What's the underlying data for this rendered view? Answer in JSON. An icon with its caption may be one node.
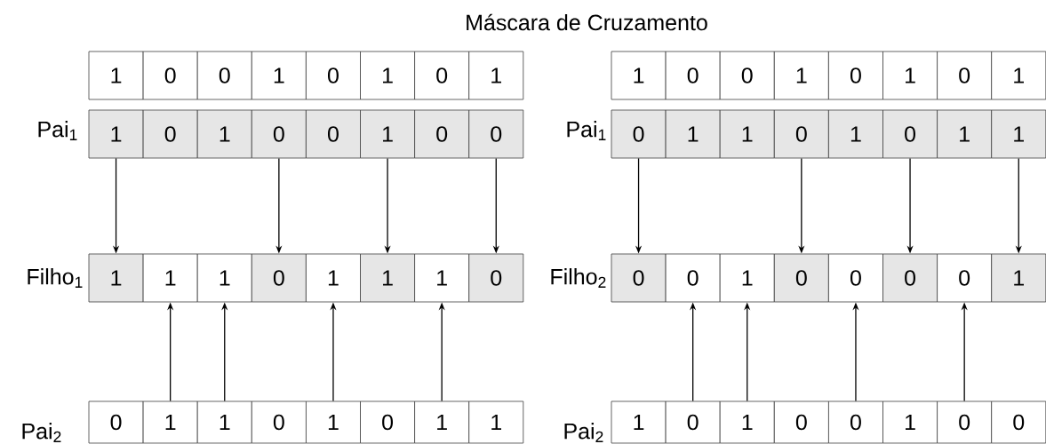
{
  "diagram": {
    "title": "Máscara de Cruzamento",
    "nodes": [
      {
        "text": [
          "1"
        ]
      },
      {
        "text": [
          "0"
        ]
      },
      {
        "text": [
          "0"
        ]
      },
      {
        "text": [
          "1"
        ]
      },
      {
        "text": [
          "0"
        ]
      },
      {
        "text": [
          "1"
        ]
      },
      {
        "text": [
          "0"
        ]
      },
      {
        "text": [
          "1"
        ]
      },
      {
        "text": [
          "1"
        ]
      },
      {
        "text": [
          "0"
        ]
      },
      {
        "text": [
          "0"
        ]
      },
      {
        "text": [
          "1"
        ]
      },
      {
        "text": [
          "0"
        ]
      },
      {
        "text": [
          "1"
        ]
      },
      {
        "text": [
          "0"
        ]
      },
      {
        "text": [
          "1"
        ]
      },
      {
        "text": [
          "1"
        ]
      },
      {
        "text": [
          "0"
        ]
      },
      {
        "text": [
          "1"
        ]
      },
      {
        "text": [
          "0"
        ]
      },
      {
        "text": [
          "0"
        ]
      },
      {
        "text": [
          "1"
        ]
      },
      {
        "text": [
          "0"
        ]
      },
      {
        "text": [
          "0"
        ]
      },
      {
        "text": [
          "0"
        ]
      },
      {
        "text": [
          "1"
        ]
      },
      {
        "text": [
          "1"
        ]
      },
      {
        "text": [
          "0"
        ]
      },
      {
        "text": [
          "1"
        ]
      },
      {
        "text": [
          "0"
        ]
      },
      {
        "text": [
          "1"
        ]
      },
      {
        "text": [
          "1"
        ]
      },
      {
        "text": [
          "1"
        ]
      },
      {
        "text": [
          "1"
        ]
      },
      {
        "text": [
          "1"
        ]
      },
      {
        "text": [
          "0"
        ]
      },
      {
        "text": [
          "1"
        ]
      },
      {
        "text": [
          "1"
        ]
      },
      {
        "text": [
          "1"
        ]
      },
      {
        "text": [
          "0"
        ]
      },
      {
        "text": [
          "0"
        ]
      },
      {
        "text": [
          "0"
        ]
      },
      {
        "text": [
          "1"
        ]
      },
      {
        "text": [
          "0"
        ]
      },
      {
        "text": [
          "0"
        ]
      },
      {
        "text": [
          "0"
        ]
      },
      {
        "text": [
          "0"
        ]
      },
      {
        "text": [
          "1"
        ]
      },
      {
        "text": [
          "0"
        ]
      },
      {
        "text": [
          "1"
        ]
      },
      {
        "text": [
          "1"
        ]
      },
      {
        "text": [
          "0"
        ]
      },
      {
        "text": [
          "1"
        ]
      },
      {
        "text": [
          "0"
        ]
      },
      {
        "text": [
          "1"
        ]
      },
      {
        "text": [
          "1"
        ]
      },
      {
        "text": [
          "1"
        ]
      },
      {
        "text": [
          "0"
        ]
      },
      {
        "text": [
          "1"
        ]
      },
      {
        "text": [
          "0"
        ]
      },
      {
        "text": [
          "0"
        ]
      },
      {
        "text": [
          "1"
        ]
      },
      {
        "text": [
          "0"
        ]
      },
      {
        "text": [
          "0"
        ]
      }
    ],
    "edges": [
      {
        "from": 16,
        "to": 32,
        "arrow": "to"
      },
      {
        "from": 19,
        "to": 35,
        "arrow": "to"
      },
      {
        "from": 21,
        "to": 37,
        "arrow": "to"
      },
      {
        "from": 23,
        "to": 39,
        "arrow": "to"
      },
      {
        "from": 49,
        "to": 33,
        "arrow": "to"
      },
      {
        "from": 50,
        "to": 34,
        "arrow": "to"
      },
      {
        "from": 52,
        "to": 36,
        "arrow": "to"
      },
      {
        "from": 54,
        "to": 38,
        "arrow": "to"
      },
      {
        "from": 24,
        "to": 40,
        "arrow": "to"
      },
      {
        "from": 27,
        "to": 43,
        "arrow": "to"
      },
      {
        "from": 29,
        "to": 45,
        "arrow": "to"
      },
      {
        "from": 31,
        "to": 47,
        "arrow": "to"
      },
      {
        "from": 57,
        "to": 41,
        "arrow": "to"
      },
      {
        "from": 58,
        "to": 42,
        "arrow": "to"
      },
      {
        "from": 60,
        "to": 44,
        "arrow": "to"
      },
      {
        "from": 62,
        "to": 46,
        "arrow": "to"
      }
    ],
    "labels": [
      "Pai$_{1}$",
      "Pai$_{1}$",
      "Filho$_{1}$",
      "Filho$_{2}$",
      "Pai$_{2}$",
      "Pai$_{2}$"
    ]
  }
}
